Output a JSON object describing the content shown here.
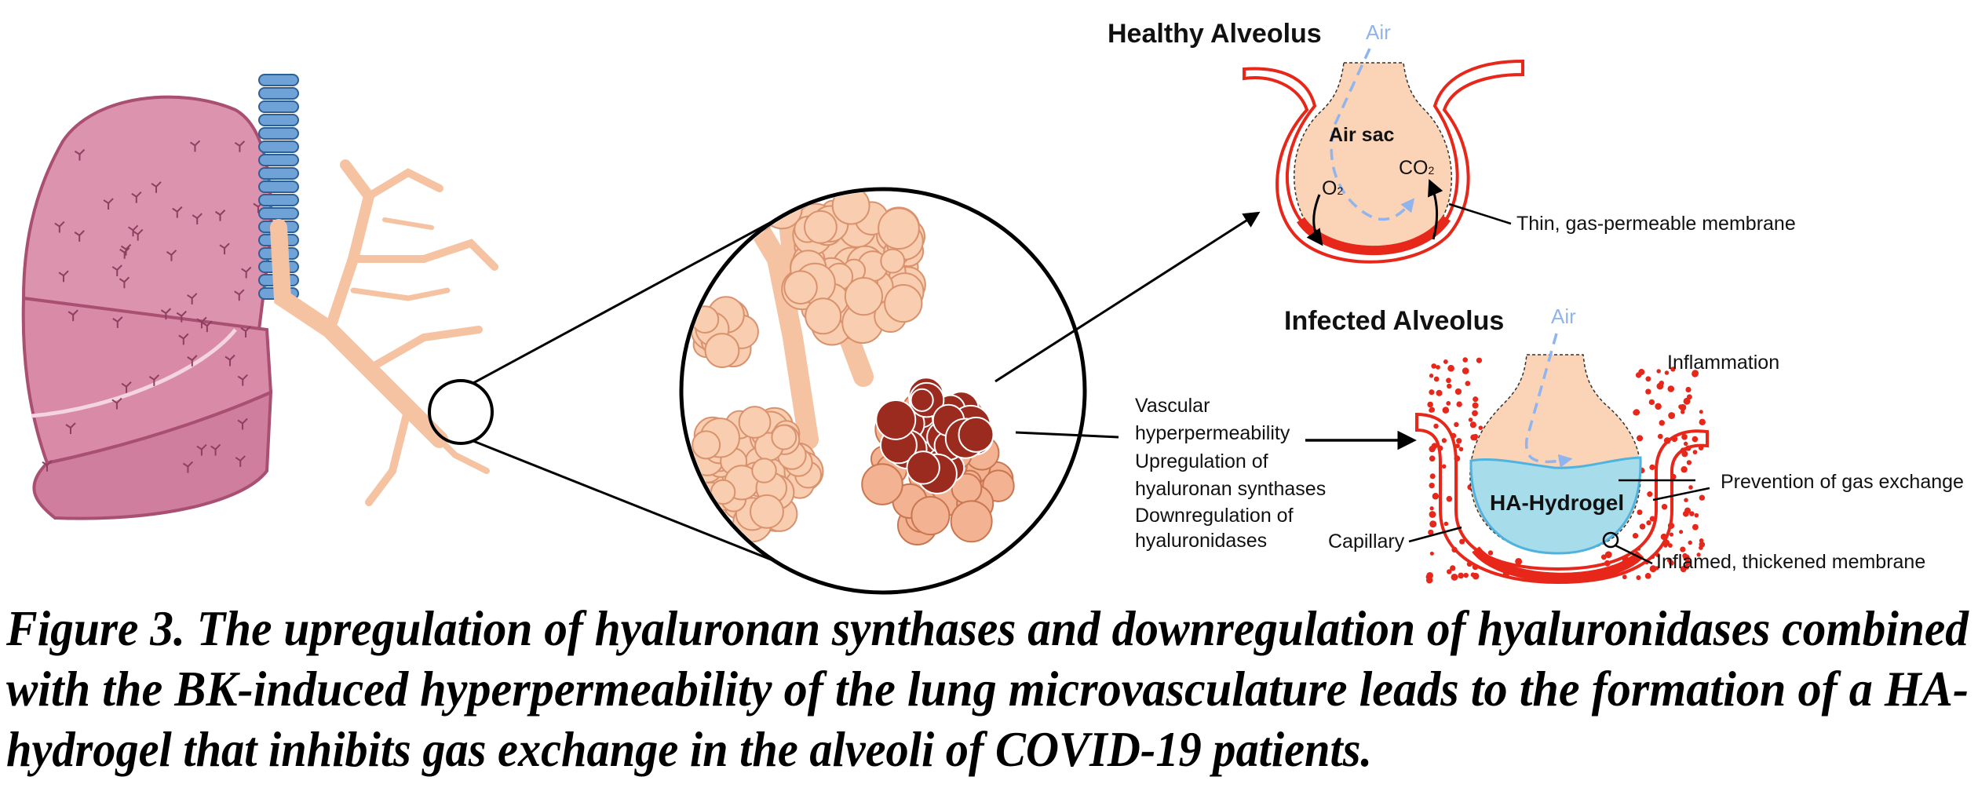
{
  "colors": {
    "lung": "#dc93ad",
    "lung_dark": "#a94f72",
    "trachea": "#6fa3d8",
    "bronchi": "#f6c3a2",
    "sac": "#fbd3b6",
    "capillary": "#e8271b",
    "hydrogel": "#a7dcea",
    "air": "#8fb4ee"
  },
  "healthy": {
    "title": "Healthy Alveolus",
    "air": "Air",
    "air_sac": "Air sac",
    "co2": "CO",
    "o2": "O",
    "sub2": "2",
    "membrane": "Thin, gas-permeable membrane"
  },
  "infected": {
    "title": "Infected Alveolus",
    "air": "Air",
    "inflammation": "Inflammation",
    "hydrogel": "HA-Hydrogel",
    "prevention": "Prevention of gas exchange",
    "capillary": "Capillary",
    "thickened": "Inflamed, thickened membrane"
  },
  "mechanisms": [
    "Vascular",
    "hyperpermeability",
    "Upregulation of",
    "hyaluronan synthases",
    "Downregulation of",
    "hyaluronidases"
  ],
  "caption": [
    "Figure 3. The upregulation of hyaluronan synthases and downregulation of hyaluronidases combined",
    "with the BK-induced hyperpermeability of the lung microvasculature leads to the formation of a HA-",
    "hydrogel that inhibits gas exchange in the alveoli of COVID-19 patients."
  ]
}
